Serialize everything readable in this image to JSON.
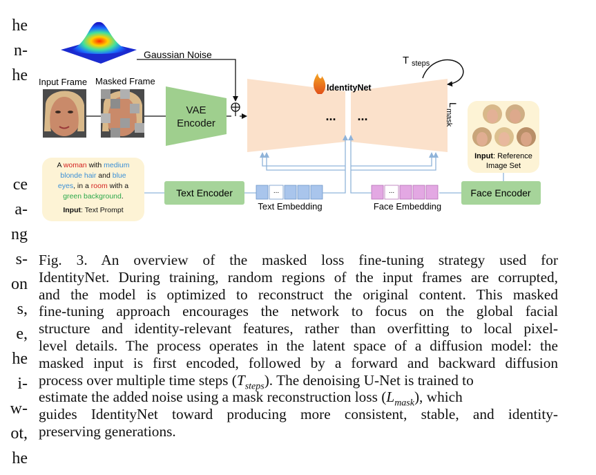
{
  "left_column_fragments": [
    "he",
    "n-",
    "he",
    "ce",
    "a-",
    "ng",
    "s-",
    "on",
    "s,",
    "e,",
    "he",
    "i-",
    "w-",
    "ot,",
    "he"
  ],
  "figure": {
    "gaussian_noise_label": "Gaussian Noise",
    "input_frame_label": "Input Frame",
    "masked_frame_label": "Masked Frame",
    "vae_encoder_line1": "VAE",
    "vae_encoder_line2": "Encoder",
    "identitynet_label": "IdentityNet",
    "t_steps_main": "T",
    "t_steps_sub": "steps",
    "l_mask_main": "L",
    "l_mask_sub": "mask",
    "dots_left": "...",
    "dots_right": "...",
    "text_encoder_label": "Text Encoder",
    "face_encoder_label": "Face Encoder",
    "text_embedding_label": "Text Embedding",
    "face_embedding_label": "Face Embedding",
    "embedding_dots": "...",
    "prompt": {
      "line1_a": "A ",
      "line1_b": "woman",
      "line1_c": " with ",
      "line1_d": "medium",
      "line2_a": "blonde hair",
      "line2_b": " and ",
      "line2_c": "blue",
      "line3_a": "eyes",
      "line3_b": ", in a ",
      "line3_c": "room",
      "line3_d": " with a",
      "line4_a": "green background",
      "line4_b": ".",
      "caption_bold": "Input",
      "caption_rest": ": Text Prompt"
    },
    "reference": {
      "caption_bold": "Input",
      "caption_rest": ": Reference",
      "caption_line2": "Image Set"
    },
    "colors": {
      "vae": "#9fcf8e",
      "unet": "#fbe1cb",
      "encoder": "#a6d49a",
      "prompt_bg": "#fdf3d5",
      "text_emb": "#a9c5ec",
      "face_emb": "#e3a8e3",
      "woman_red": "#d32020",
      "hair_blue": "#3a8fd6",
      "green": "#2aa84a"
    }
  },
  "caption_lines": [
    "Fig. 3.   An overview of the masked loss fine-tuning strategy used for",
    "IdentityNet. During training, random regions of the input frames are corrupted,",
    "and the model is optimized to reconstruct the original content. This masked",
    "fine-tuning approach encourages the network to focus on the global facial",
    "structure and identity-relevant features, rather than overfitting to local pixel-",
    "level details. The process operates in the latent space of a diffusion model: the",
    "masked input is first encoded, followed by a forward and backward diffusion",
    "process over multiple time steps (",
    "). The denoising U-Net is trained to",
    "estimate the added noise using a mask reconstruction loss (",
    "), which",
    "guides IdentityNet toward producing more consistent, stable, and identity-",
    "preserving generations."
  ],
  "caption_math": {
    "t_main": "T",
    "t_sub": "steps",
    "l_main": "L",
    "l_sub": "mask"
  }
}
